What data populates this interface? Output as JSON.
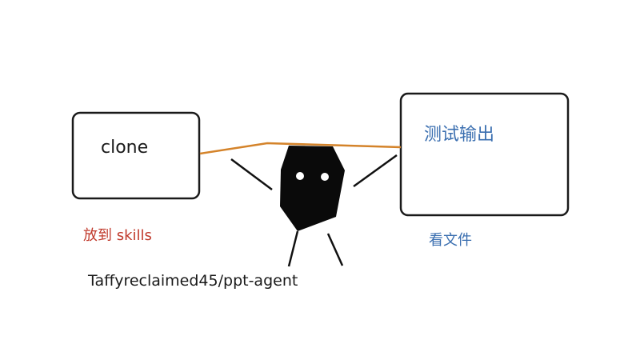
{
  "nodes": {
    "clone_box": {
      "label": "clone"
    },
    "output_box": {
      "label": "测试输出"
    }
  },
  "annotations": {
    "skills": "放到 skills",
    "view_files": "看文件",
    "repo": "Taffyreclaimed45/ppt-agent"
  },
  "colors": {
    "connector": "#d4832a",
    "skills_text": "#c0392b",
    "output_text": "#3b6fb0",
    "figure_fill": "#0a0a0a",
    "box_stroke": "#1a1a1a"
  }
}
